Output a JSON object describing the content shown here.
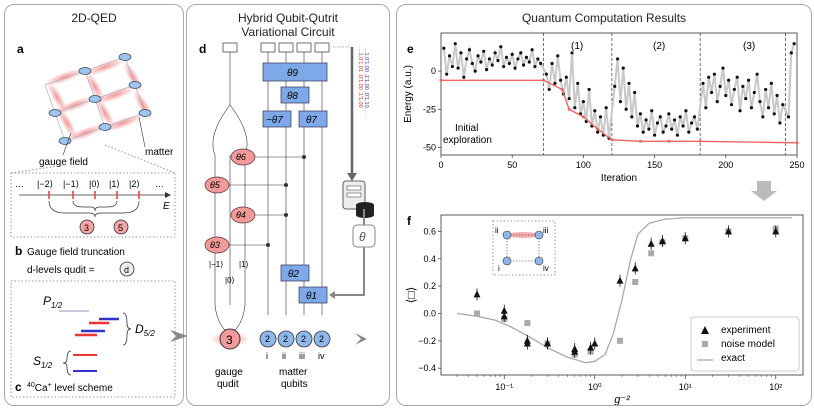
{
  "panel1": {
    "title": "2D-QED",
    "label_a": "a",
    "gauge_field": "gauge field",
    "matter": "matter",
    "levels": [
      "…",
      "|−2⟩",
      "|−1⟩",
      "|0⟩",
      "|1⟩",
      "|2⟩",
      "…"
    ],
    "E": "E",
    "qudit3": "3",
    "qudit5": "5",
    "label_b": "b",
    "trunc": "Gauge field truncation",
    "dlevels": "d-levels qudit =",
    "dsym": "d",
    "P": "P",
    "P_sub": "1/2",
    "S": "S",
    "S_sub": "1/2",
    "D": "D",
    "D_sub": "5/2",
    "label_c": "c",
    "ca_sup": "40",
    "ca_text": "Ca",
    "ca_plus": "+",
    "ca_rest": " level scheme"
  },
  "panel2": {
    "title_l1": "Hybrid Qubit-Qutrit",
    "title_l2": "Variational Circuit",
    "label_d": "d",
    "thetas_blue": [
      "θ9",
      "θ8",
      "−θ7",
      "θ7",
      "θ2",
      "θ1"
    ],
    "thetas_red": [
      "θ6",
      "θ5",
      "θ4",
      "θ3"
    ],
    "kets": [
      "|−1⟩",
      "|1⟩",
      "|0⟩"
    ],
    "bitstring_lines": [
      "…1,0'1,01 ,0'1,00 ,1'1,00",
      "…1,0'1,00 ,1'1,00 ,0'1,10…"
    ],
    "theta_box": "θ",
    "gauge_qudit_num": "3",
    "qubit_nums": [
      "2",
      "2",
      "2",
      "2"
    ],
    "site_labels": [
      "i",
      "ii",
      "iii",
      "iv"
    ],
    "gauge_qudit_l1": "gauge",
    "gauge_qudit_l2": "qudit",
    "matter_l1": "matter",
    "matter_l2": "qubits"
  },
  "panel3": {
    "title": "Quantum Computation Results",
    "label_e": "e",
    "label_f": "f",
    "phases": [
      "(1)",
      "(2)",
      "(3)"
    ],
    "initial_l1": "Initial",
    "initial_l2": "exploration",
    "plaquette_sites": [
      "ii",
      "iii",
      "i",
      "iv"
    ]
  },
  "chart_data": [
    {
      "type": "scatter",
      "panel": "e",
      "xlabel": "Iteration",
      "ylabel": "Energy (a.u.)",
      "xlim": [
        0,
        250
      ],
      "ylim": [
        -55,
        25
      ],
      "xticks": [
        0,
        50,
        100,
        150,
        200,
        250
      ],
      "yticks": [
        -50,
        -25,
        0
      ],
      "vlines": [
        72,
        120,
        182,
        242
      ],
      "points_style": "black dots",
      "best_line": [
        [
          0,
          -6
        ],
        [
          72,
          -6
        ],
        [
          85,
          -12
        ],
        [
          90,
          -25
        ],
        [
          100,
          -30
        ],
        [
          110,
          -38
        ],
        [
          120,
          -45
        ],
        [
          140,
          -46
        ],
        [
          160,
          -46
        ],
        [
          182,
          -46
        ],
        [
          250,
          -47
        ]
      ],
      "points": [
        [
          2,
          15
        ],
        [
          4,
          -2
        ],
        [
          6,
          10
        ],
        [
          8,
          3
        ],
        [
          10,
          18
        ],
        [
          12,
          2
        ],
        [
          14,
          12
        ],
        [
          16,
          -4
        ],
        [
          18,
          8
        ],
        [
          20,
          14
        ],
        [
          22,
          5
        ],
        [
          24,
          0
        ],
        [
          26,
          10
        ],
        [
          28,
          6
        ],
        [
          30,
          13
        ],
        [
          32,
          1
        ],
        [
          34,
          8
        ],
        [
          36,
          4
        ],
        [
          38,
          12
        ],
        [
          40,
          7
        ],
        [
          42,
          16
        ],
        [
          44,
          3
        ],
        [
          46,
          9
        ],
        [
          48,
          5
        ],
        [
          50,
          11
        ],
        [
          52,
          2
        ],
        [
          54,
          8
        ],
        [
          56,
          12
        ],
        [
          58,
          4
        ],
        [
          60,
          9
        ],
        [
          62,
          6
        ],
        [
          64,
          14
        ],
        [
          66,
          3
        ],
        [
          68,
          8
        ],
        [
          70,
          5
        ],
        [
          74,
          -2
        ],
        [
          76,
          -12
        ],
        [
          78,
          5
        ],
        [
          80,
          -8
        ],
        [
          82,
          10
        ],
        [
          84,
          -6
        ],
        [
          86,
          -15
        ],
        [
          88,
          -4
        ],
        [
          90,
          -18
        ],
        [
          92,
          12
        ],
        [
          94,
          -24
        ],
        [
          96,
          -8
        ],
        [
          98,
          -28
        ],
        [
          100,
          -20
        ],
        [
          102,
          -33
        ],
        [
          104,
          -12
        ],
        [
          106,
          -36
        ],
        [
          108,
          -26
        ],
        [
          110,
          -40
        ],
        [
          112,
          -30
        ],
        [
          114,
          -42
        ],
        [
          116,
          -24
        ],
        [
          118,
          -44
        ],
        [
          122,
          -10
        ],
        [
          124,
          8
        ],
        [
          126,
          -20
        ],
        [
          128,
          2
        ],
        [
          130,
          -25
        ],
        [
          132,
          -8
        ],
        [
          134,
          -30
        ],
        [
          136,
          -14
        ],
        [
          138,
          -36
        ],
        [
          140,
          -28
        ],
        [
          142,
          -40
        ],
        [
          144,
          -32
        ],
        [
          146,
          -38
        ],
        [
          148,
          -26
        ],
        [
          150,
          -42
        ],
        [
          152,
          -34
        ],
        [
          154,
          -30
        ],
        [
          156,
          -40
        ],
        [
          158,
          -36
        ],
        [
          160,
          -28
        ],
        [
          162,
          -38
        ],
        [
          164,
          -32
        ],
        [
          166,
          -42
        ],
        [
          168,
          -30
        ],
        [
          170,
          -36
        ],
        [
          172,
          -26
        ],
        [
          174,
          -40
        ],
        [
          176,
          -34
        ],
        [
          178,
          -30
        ],
        [
          180,
          -38
        ],
        [
          184,
          -8
        ],
        [
          186,
          -24
        ],
        [
          188,
          -4
        ],
        [
          190,
          -14
        ],
        [
          192,
          -2
        ],
        [
          194,
          -20
        ],
        [
          196,
          -10
        ],
        [
          198,
          2
        ],
        [
          200,
          -16
        ],
        [
          202,
          -6
        ],
        [
          204,
          -22
        ],
        [
          206,
          -12
        ],
        [
          208,
          -4
        ],
        [
          210,
          -26
        ],
        [
          212,
          -10
        ],
        [
          214,
          -18
        ],
        [
          216,
          -6
        ],
        [
          218,
          -24
        ],
        [
          220,
          -14
        ],
        [
          222,
          -2
        ],
        [
          224,
          -20
        ],
        [
          226,
          -30
        ],
        [
          228,
          -12
        ],
        [
          230,
          -24
        ],
        [
          232,
          -8
        ],
        [
          234,
          -28
        ],
        [
          236,
          -16
        ],
        [
          238,
          -34
        ],
        [
          240,
          -22
        ],
        [
          244,
          -30
        ],
        [
          246,
          12
        ],
        [
          248,
          18
        ]
      ]
    },
    {
      "type": "scatter",
      "panel": "f",
      "xlabel": "g⁻²",
      "ylabel": "⟨□⟩",
      "xscale": "log",
      "xlim": [
        0.02,
        200
      ],
      "ylim": [
        -0.45,
        0.72
      ],
      "xticks": [
        0.1,
        1,
        10,
        100
      ],
      "xtick_labels": [
        "10⁻¹",
        "10⁰",
        "10¹",
        "10²"
      ],
      "yticks": [
        -0.4,
        -0.2,
        0.0,
        0.2,
        0.4,
        0.6
      ],
      "ytick_labels": [
        "−0.4",
        "−0.2",
        "0.0",
        "0.2",
        "0.4",
        "0.6"
      ],
      "legend": "bottom-right",
      "series": [
        {
          "name": "experiment",
          "marker": "triangle",
          "x": [
            0.05,
            0.1,
            0.1,
            0.18,
            0.18,
            0.3,
            0.3,
            0.6,
            0.6,
            0.9,
            1.0,
            1.9,
            2.8,
            4.2,
            5.6,
            10,
            30,
            100
          ],
          "y": [
            0.14,
            0.02,
            -0.02,
            -0.2,
            -0.22,
            -0.22,
            -0.22,
            -0.26,
            -0.28,
            -0.25,
            -0.22,
            0.24,
            0.33,
            0.51,
            0.53,
            0.55,
            0.6,
            0.6
          ]
        },
        {
          "name": "noise model",
          "marker": "square",
          "x": [
            0.05,
            0.1,
            0.18,
            0.3,
            0.6,
            0.9,
            1.9,
            2.8,
            4.2,
            5.6,
            10,
            30,
            100
          ],
          "y": [
            0.0,
            -0.04,
            -0.07,
            -0.22,
            -0.3,
            -0.28,
            -0.2,
            0.23,
            0.44,
            0.52,
            0.55,
            0.6,
            0.62
          ]
        },
        {
          "name": "exact",
          "marker": "line",
          "x": [
            0.03,
            0.05,
            0.08,
            0.12,
            0.2,
            0.3,
            0.5,
            0.8,
            1.0,
            1.3,
            1.6,
            2.0,
            2.5,
            3.0,
            4.0,
            6,
            10,
            30,
            100,
            150
          ],
          "y": [
            0.0,
            -0.02,
            -0.05,
            -0.1,
            -0.18,
            -0.25,
            -0.32,
            -0.36,
            -0.35,
            -0.3,
            -0.15,
            0.1,
            0.4,
            0.58,
            0.66,
            0.69,
            0.7,
            0.7,
            0.7,
            0.7
          ]
        }
      ]
    }
  ]
}
